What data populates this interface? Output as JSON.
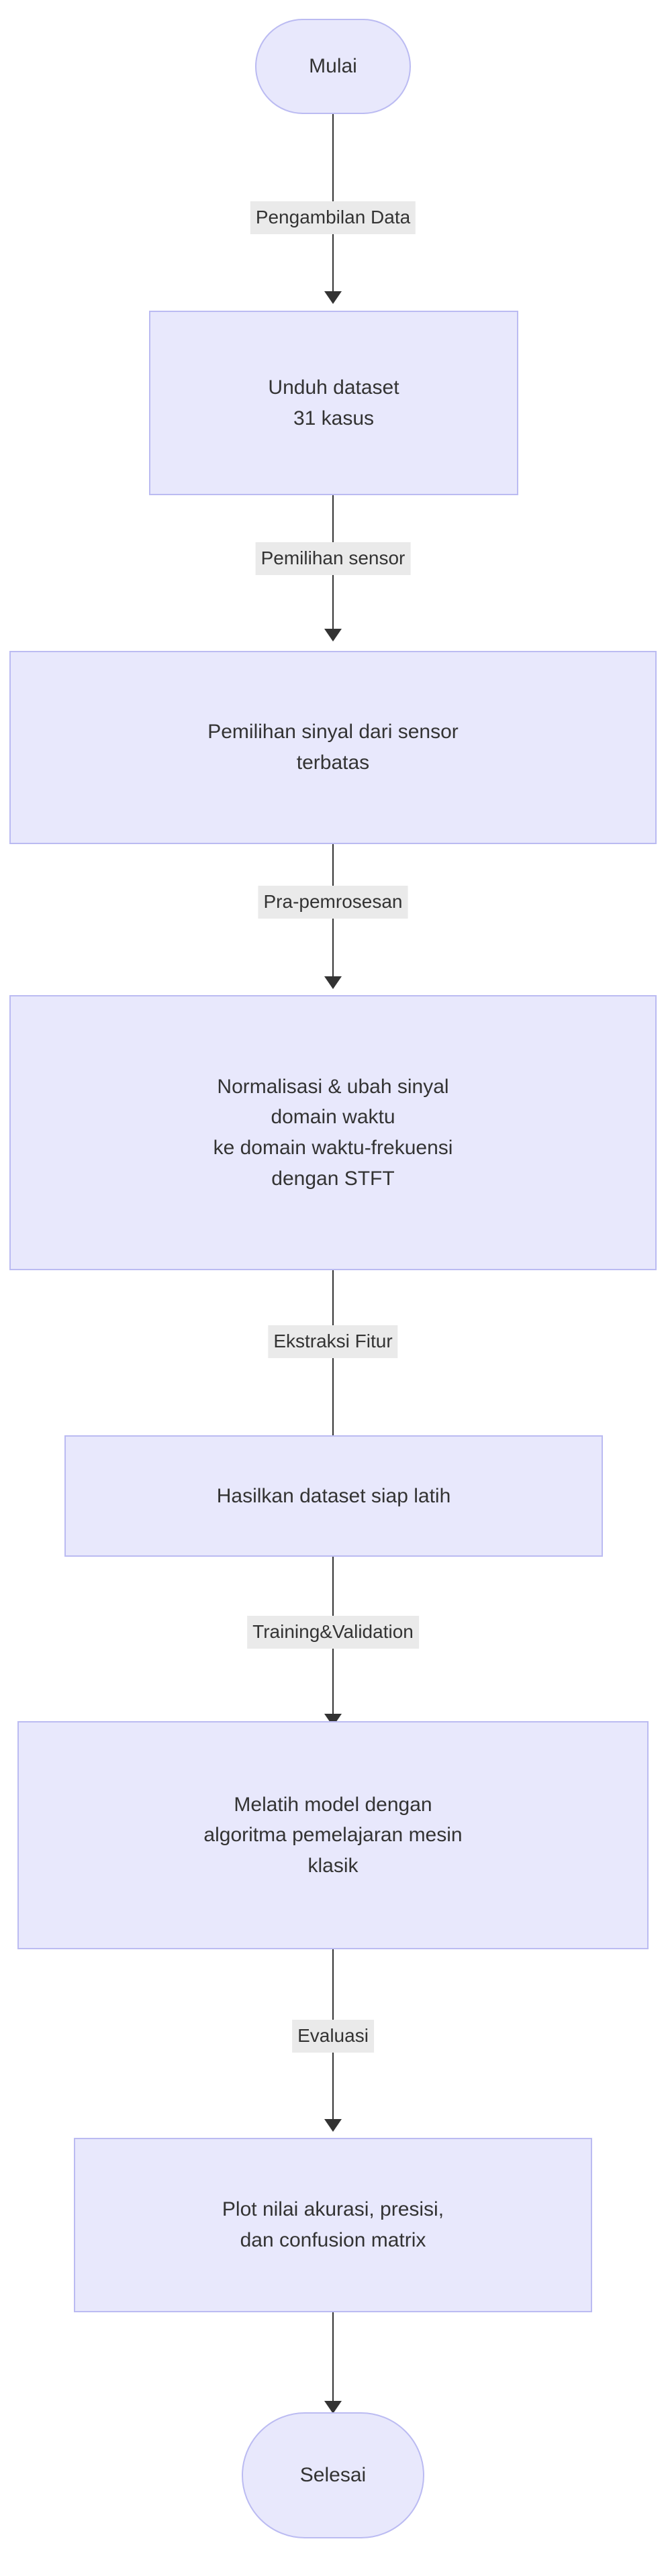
{
  "diagram": {
    "type": "flowchart",
    "direction": "top-to-bottom",
    "colors": {
      "node_fill": "#E8E8FC",
      "node_border": "#BBBBF2",
      "node_text": "#333333",
      "edge_stroke": "#333333",
      "edge_label_background": "#EAEAEA",
      "page_background": "#FFFFFF"
    },
    "nodes": [
      {
        "id": "mulai",
        "shape": "stadium",
        "label": "Mulai"
      },
      {
        "id": "unduh",
        "shape": "rect",
        "label": "Unduh dataset\n31 kasus"
      },
      {
        "id": "pemilihan",
        "shape": "rect",
        "label": "Pemilihan sinyal dari sensor\nterbatas"
      },
      {
        "id": "normal",
        "shape": "rect",
        "label": "Normalisasi & ubah sinyal\ndomain waktu\nke domain waktu-frekuensi\ndengan STFT"
      },
      {
        "id": "hasilkan",
        "shape": "rect",
        "label": "Hasilkan dataset siap latih"
      },
      {
        "id": "melatih",
        "shape": "rect",
        "label": "Melatih model dengan\nalgoritma pemelajaran mesin\nklasik"
      },
      {
        "id": "plot",
        "shape": "rect",
        "label": "Plot nilai akurasi, presisi,\ndan confusion matrix"
      },
      {
        "id": "selesai",
        "shape": "stadium",
        "label": "Selesai"
      }
    ],
    "edges": [
      {
        "from": "mulai",
        "to": "unduh",
        "label": "Pengambilan Data"
      },
      {
        "from": "unduh",
        "to": "pemilihan",
        "label": "Pemilihan sensor"
      },
      {
        "from": "pemilihan",
        "to": "normal",
        "label": "Pra-pemrosesan"
      },
      {
        "from": "normal",
        "to": "hasilkan",
        "label": "Ekstraksi Fitur"
      },
      {
        "from": "hasilkan",
        "to": "melatih",
        "label": "Training&Validation"
      },
      {
        "from": "melatih",
        "to": "plot",
        "label": "Evaluasi"
      },
      {
        "from": "plot",
        "to": "selesai",
        "label": ""
      }
    ]
  }
}
